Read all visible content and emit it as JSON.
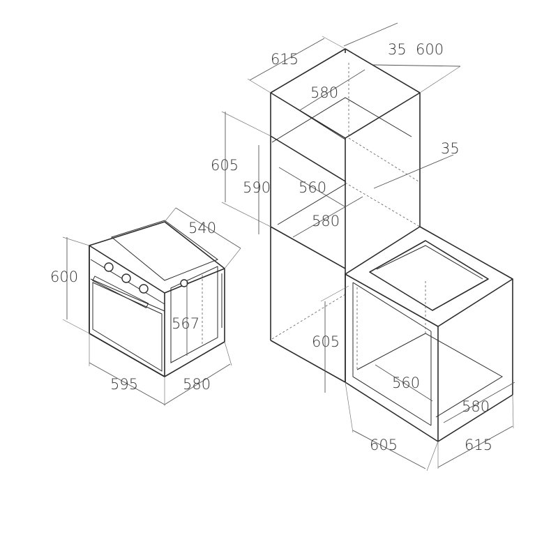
{
  "oven": {
    "height": "600",
    "depth": "540",
    "inner_height": "567",
    "width": "595",
    "body_depth": "580"
  },
  "tall_cabinet": {
    "top_depth": "615",
    "top_clearance": "35",
    "top_width": "600",
    "shelf_depth_upper": "580",
    "back_gap": "35",
    "niche_height": "605",
    "niche_inner_height": "590",
    "niche_width": "560",
    "shelf_depth_lower": "580"
  },
  "base_cabinet": {
    "niche_height": "605",
    "niche_width": "560",
    "depth": "580",
    "width": "605",
    "outer_depth": "615"
  },
  "colors": {
    "line": "#2b2b2b",
    "text": "#333333"
  }
}
